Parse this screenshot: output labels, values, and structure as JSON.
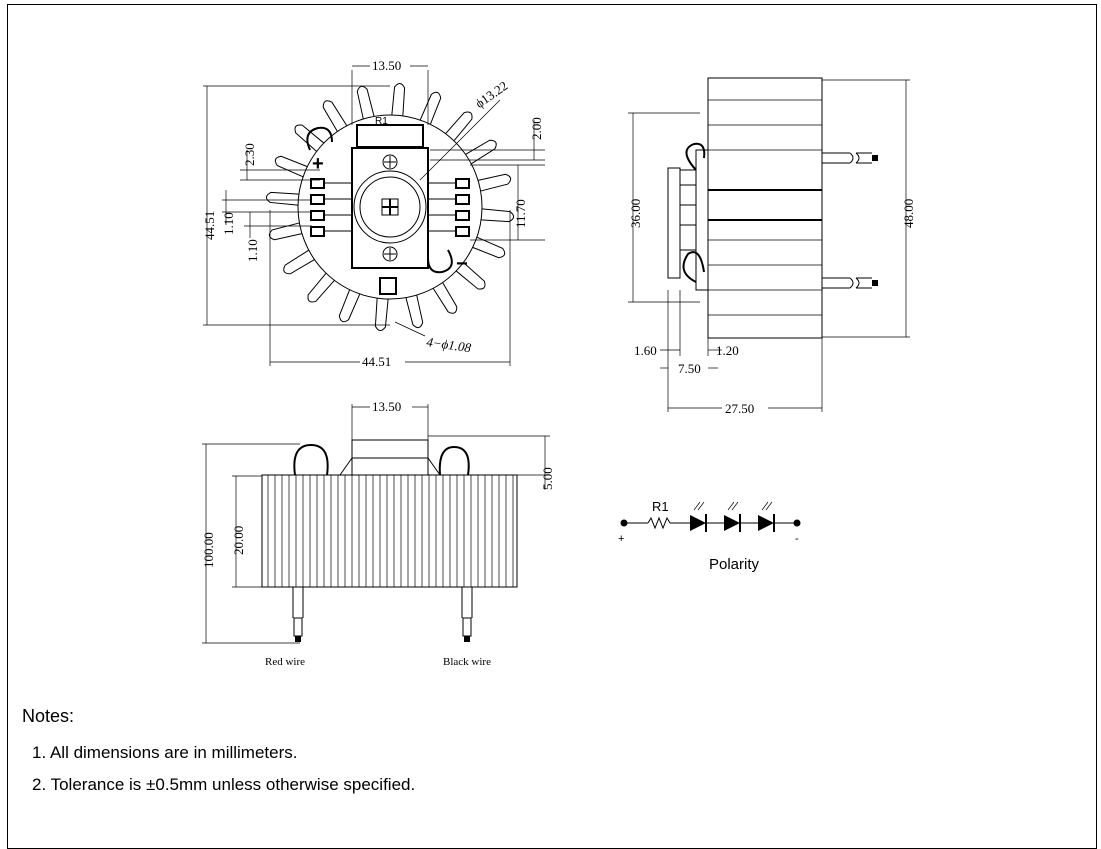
{
  "top_view": {
    "dim_width_top": "13.50",
    "dim_diameter": "ϕ13.22",
    "dim_height_left": "44.51",
    "dim_2_30": "2.30",
    "dim_1_10_a": "1.10",
    "dim_1_10_b": "1.10",
    "dim_2_00": "2.00",
    "dim_11_70": "11.70",
    "dim_holes": "4−ϕ1.08",
    "dim_width_bottom": "44.51",
    "label_r1": "R1",
    "label_plus": "+",
    "label_minus": "−"
  },
  "side_view": {
    "dim_36": "36.00",
    "dim_48": "48.00",
    "dim_1_60": "1.60",
    "dim_1_20": "1.20",
    "dim_7_50": "7.50",
    "dim_27_50": "27.50"
  },
  "front_view": {
    "dim_13_50": "13.50",
    "dim_5_00": "5.00",
    "dim_100": "100.00",
    "dim_20": "20.00",
    "label_red_wire": "Red wire",
    "label_black_wire": "Black wire"
  },
  "polarity": {
    "label_r1": "R1",
    "label_plus": "+",
    "label_minus": "-",
    "title": "Polarity"
  },
  "notes": {
    "title": "Notes:",
    "items": [
      "1. All dimensions are in millimeters.",
      "2. Tolerance is ±0.5mm unless otherwise specified."
    ]
  }
}
